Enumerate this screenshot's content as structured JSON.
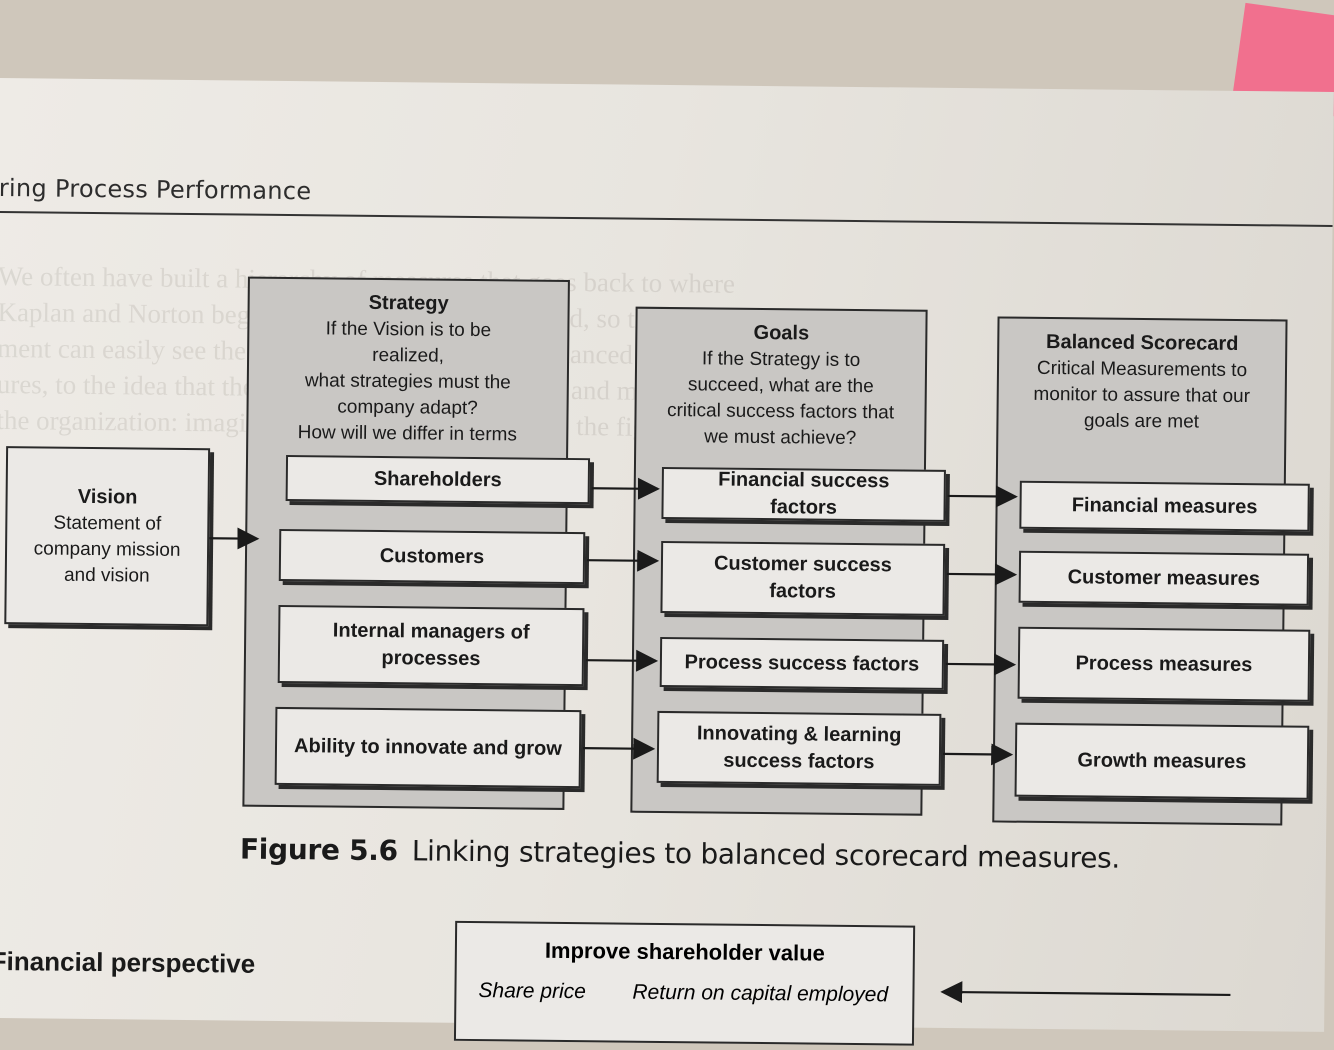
{
  "running_head": "ring Process Performance",
  "background_text": [
    "We often have built a hierarchy of measures that goes back to where",
    "Kaplan and Norton began with the balanced scorecard, so that senior manage-",
    "ment can easily see the goals and the measures in balanced sets of meas-",
    "ures, to the idea that there is a hierarchy of measures and measures are one",
    "the organization: imagine that the executives will see the figure and consider"
  ],
  "vision": {
    "title": "Vision",
    "body": [
      "Statement of",
      "company mission",
      "and vision"
    ]
  },
  "strategy": {
    "title": "Strategy",
    "body": [
      "If the Vision is to be",
      "realized,",
      "what strategies must the",
      "company adapt?",
      "How will we differ in terms"
    ],
    "items": [
      "Shareholders",
      "Customers",
      "Internal managers of processes",
      "Ability to innovate and grow"
    ]
  },
  "goals": {
    "title": "Goals",
    "body": [
      "If the Strategy is to",
      "succeed, what are the",
      "critical success factors that",
      "we must achieve?"
    ],
    "items": [
      "Financial success factors",
      "Customer success factors",
      "Process success factors",
      "Innovating & learning success factors"
    ]
  },
  "scorecard": {
    "title": "Balanced  Scorecard",
    "body": [
      "Critical Measurements to",
      "monitor to assure that our",
      "goals are met"
    ],
    "items": [
      "Financial measures",
      "Customer measures",
      "Process measures",
      "Growth measures"
    ]
  },
  "caption": {
    "label": "Figure 5.6",
    "text": "Linking strategies to balanced scorecard measures."
  },
  "financial_perspective": "Financial perspective",
  "bottom_box": {
    "title": "Improve shareholder value",
    "left": "Share price",
    "right": "Return on capital employed"
  },
  "colors": {
    "panel": "#c9c7c4",
    "box": "#ebe9e6",
    "tab": "#f1708e"
  }
}
